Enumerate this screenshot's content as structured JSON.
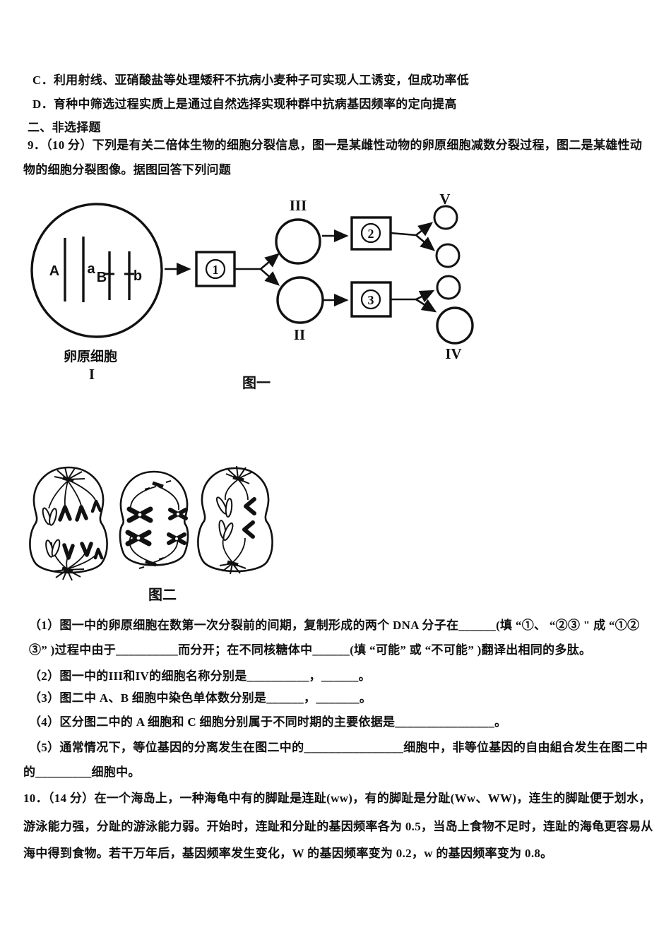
{
  "document": {
    "option_c": "C．利用射线、亚硝酸盐等处理矮秆不抗病小麦种子可实现人工诱变，但成功率低",
    "option_d": "D．育种中筛选过程实质上是通过自然选择实现种群中抗病基因频率的定向提高",
    "section_title": "二、非选择题",
    "q9_line1": "9．（10 分）下列是有关二倍体生物的细胞分裂信息，图一是某雌性动物的卵原细胞减数分裂过程，图二是某雄性动",
    "q9_line2": "物的细胞分裂图像。据图回答下列问题",
    "q9_sub1_line1": "（1）图一中的卵原细胞在数第一次分裂前的间期，复制形成的两个 DNA 分子在______(填 “①、 “②③ \" 成 “①②",
    "q9_sub1_line2": "③” )过程中由于__________而分开；在不同核糖体中______(填 “可能” 或 “不可能” )翻译出相同的多肽。",
    "q9_sub2": "（2）图一中的III和IV的细胞名称分别是__________，______。",
    "q9_sub3": "（3）图二中 A、B 细胞中染色单体数分别是______，_______。",
    "q9_sub4": "（4）区分图二中的 A 细胞和 C 细胞分别属于不同时期的主要依据是________________。",
    "q9_sub5_line1": "（5）通常情况下，等位基因的分离发生在图二中的________________细胞中，非等位基因的自由組合发生在图二中",
    "q9_sub5_line2": "的_________细胞中。",
    "q10_line1": "10．（14 分）在一个海岛上，一种海龟中有的脚趾是连趾(ww)，有的脚趾是分趾(Ww、WW)，连生的脚趾便于划水，",
    "q10_line2": "游泳能力强，分趾的游泳能力弱。开始时，连趾和分趾的基因频率各为 0.5，当岛上食物不足时，连趾的海龟更容易从",
    "q10_line3": "海中得到食物。若干万年后，基因频率发生变化，W 的基因频率变为 0.2，w 的基因频率变为 0.8。"
  },
  "figure1": {
    "caption": "图一",
    "cell_label": "卵原细胞",
    "cell_numeral": "I",
    "chrom": {
      "A": "A",
      "a": "a",
      "B": "B",
      "b": "b"
    },
    "steps": {
      "s1": "1",
      "s2": "2",
      "s3": "3"
    },
    "nodes": {
      "II": "II",
      "III": "III",
      "IV": "IV",
      "V": "V"
    }
  },
  "figure2": {
    "caption": "图二"
  },
  "colors": {
    "ink": "#111111",
    "paper": "#ffffff"
  }
}
